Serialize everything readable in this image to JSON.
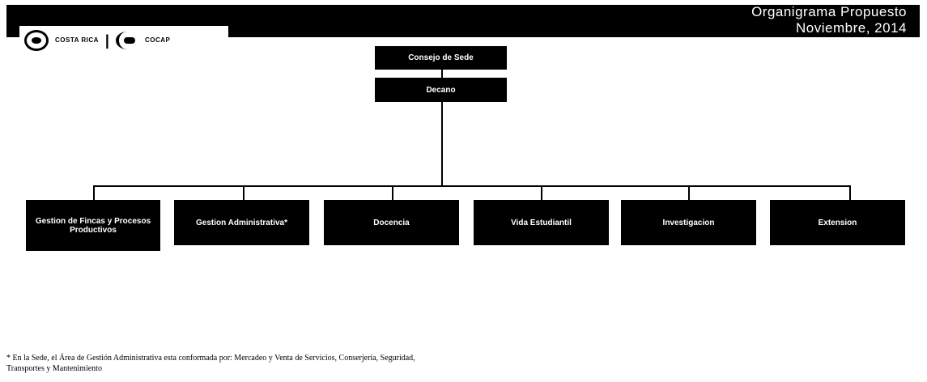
{
  "header": {
    "title_line1": "Organigrama Propuesto",
    "title_line2": "Noviembre, 2014"
  },
  "logos": {
    "left_text": "COSTA RICA",
    "right_text": "COCAP"
  },
  "org": {
    "top": "Consejo de Sede",
    "second": "Decano",
    "units": [
      "Gestion de Fincas y Procesos Productivos",
      "Gestion Administrativa*",
      "Docencia",
      "Vida Estudiantil",
      "Investigacion",
      "Extension"
    ]
  },
  "footnote": {
    "line1": "* En la Sede, el Área de Gestión Administrativa esta conformada por: Mercadeo y Venta de Servicios, Conserjería, Seguridad,",
    "line2": "Transportes y Mantenimiento"
  }
}
